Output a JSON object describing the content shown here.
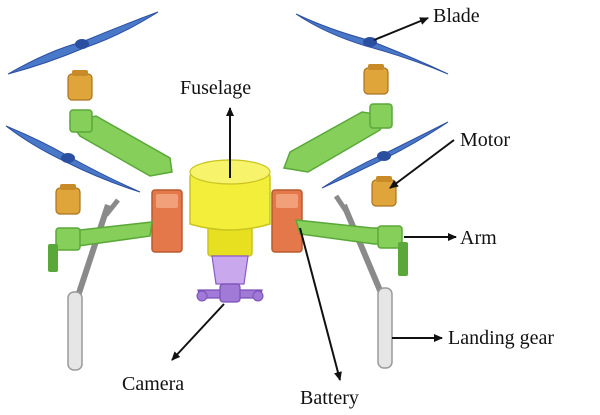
{
  "labels": {
    "blade": "Blade",
    "motor": "Motor",
    "arm": "Arm",
    "landing_gear": "Landing gear",
    "fuselage": "Fuselage",
    "camera": "Camera",
    "battery": "Battery"
  },
  "colors": {
    "blade": "#4a78c8",
    "blade_hub": "#2b4fa0",
    "motor": "#e0a53a",
    "arm": "#86cf5a",
    "arm_dark": "#5aa83a",
    "fuselage": "#f2ee3a",
    "fuselage_dark": "#c9c420",
    "battery": "#e4784a",
    "battery_light": "#f2a07a",
    "camera": "#a07ad6",
    "landing_gear": "#e6e6e6",
    "landing_strut": "#8a8a8a",
    "leader_line": "#111111"
  }
}
